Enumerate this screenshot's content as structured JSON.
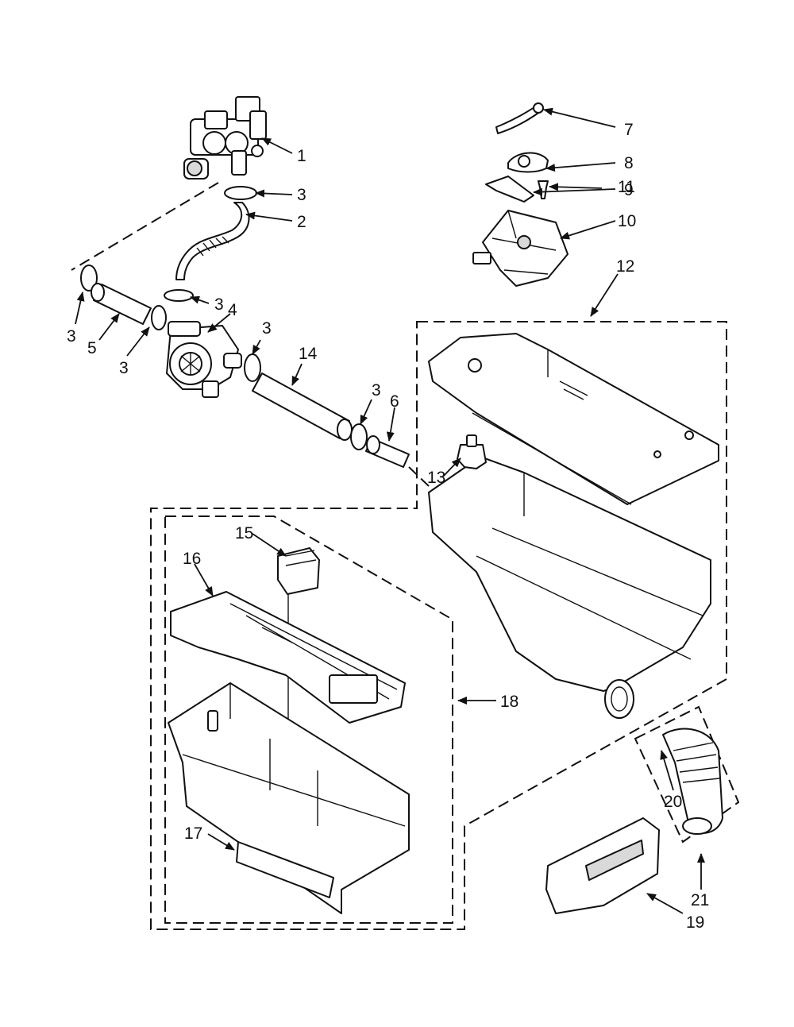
{
  "callouts": [
    {
      "id": "c1",
      "text": "1"
    },
    {
      "id": "c2",
      "text": "2"
    },
    {
      "id": "c3a",
      "text": "3"
    },
    {
      "id": "c3b",
      "text": "3"
    },
    {
      "id": "c3c",
      "text": "3"
    },
    {
      "id": "c3d",
      "text": "3"
    },
    {
      "id": "c3e",
      "text": "3"
    },
    {
      "id": "c3f",
      "text": "3"
    },
    {
      "id": "c4",
      "text": "4"
    },
    {
      "id": "c5",
      "text": "5"
    },
    {
      "id": "c6",
      "text": "6"
    },
    {
      "id": "c7",
      "text": "7"
    },
    {
      "id": "c8",
      "text": "8"
    },
    {
      "id": "c9",
      "text": "9"
    },
    {
      "id": "c10",
      "text": "10"
    },
    {
      "id": "c11",
      "text": "11"
    },
    {
      "id": "c12",
      "text": "12"
    },
    {
      "id": "c13",
      "text": "13"
    },
    {
      "id": "c14",
      "text": "14"
    },
    {
      "id": "c15",
      "text": "15"
    },
    {
      "id": "c16",
      "text": "16"
    },
    {
      "id": "c17",
      "text": "17"
    },
    {
      "id": "c18",
      "text": "18"
    },
    {
      "id": "c19",
      "text": "19"
    },
    {
      "id": "c20",
      "text": "20"
    },
    {
      "id": "c21",
      "text": "21"
    }
  ]
}
